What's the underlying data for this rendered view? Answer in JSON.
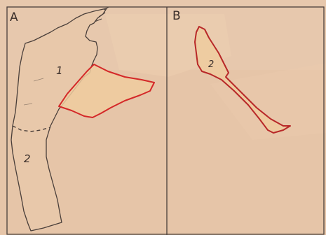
{
  "panels": [
    {
      "letter": "A",
      "regions": [
        "1",
        "2"
      ]
    },
    {
      "letter": "B",
      "regions": [
        "2"
      ]
    }
  ],
  "colors": {
    "paper": "#e6c5a8",
    "ink": "#4a3f3a",
    "highlight_stroke": "#d42828",
    "highlight_fill": "#f0caa0"
  }
}
